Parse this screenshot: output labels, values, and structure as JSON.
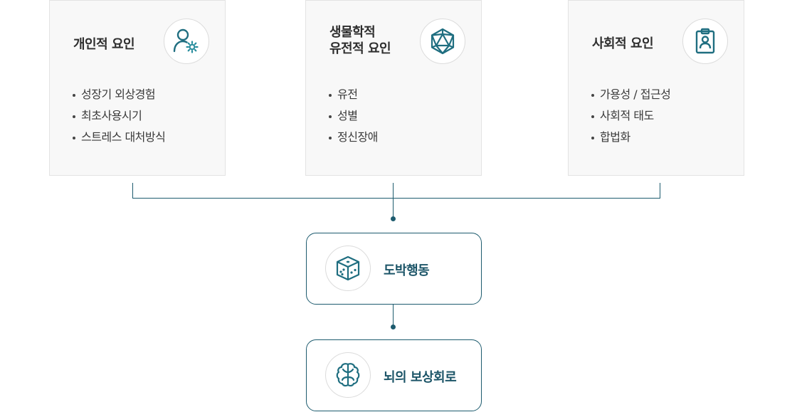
{
  "cards": [
    {
      "title": "개인적 요인",
      "icon": "person-gear-icon",
      "items": [
        "성장기 외상경험",
        "최초사용시기",
        "스트레스 대처방식"
      ]
    },
    {
      "title": "생물학적\n유전적  요인",
      "icon": "polyhedron-icon",
      "items": [
        "유전",
        "성별",
        "정신장애"
      ]
    },
    {
      "title": "사회적 요인",
      "icon": "id-badge-icon",
      "items": [
        "가용성 / 접근성",
        "사회적 태도",
        "합법화"
      ]
    }
  ],
  "nodes": [
    {
      "label": "도박행동",
      "icon": "dice-icon"
    },
    {
      "label": "뇌의 보상회로",
      "icon": "brain-icon"
    }
  ],
  "colors": {
    "accent": "#1d5b6e",
    "card_bg": "#f8f8f8",
    "icon_teal": "#1f7a8c"
  }
}
